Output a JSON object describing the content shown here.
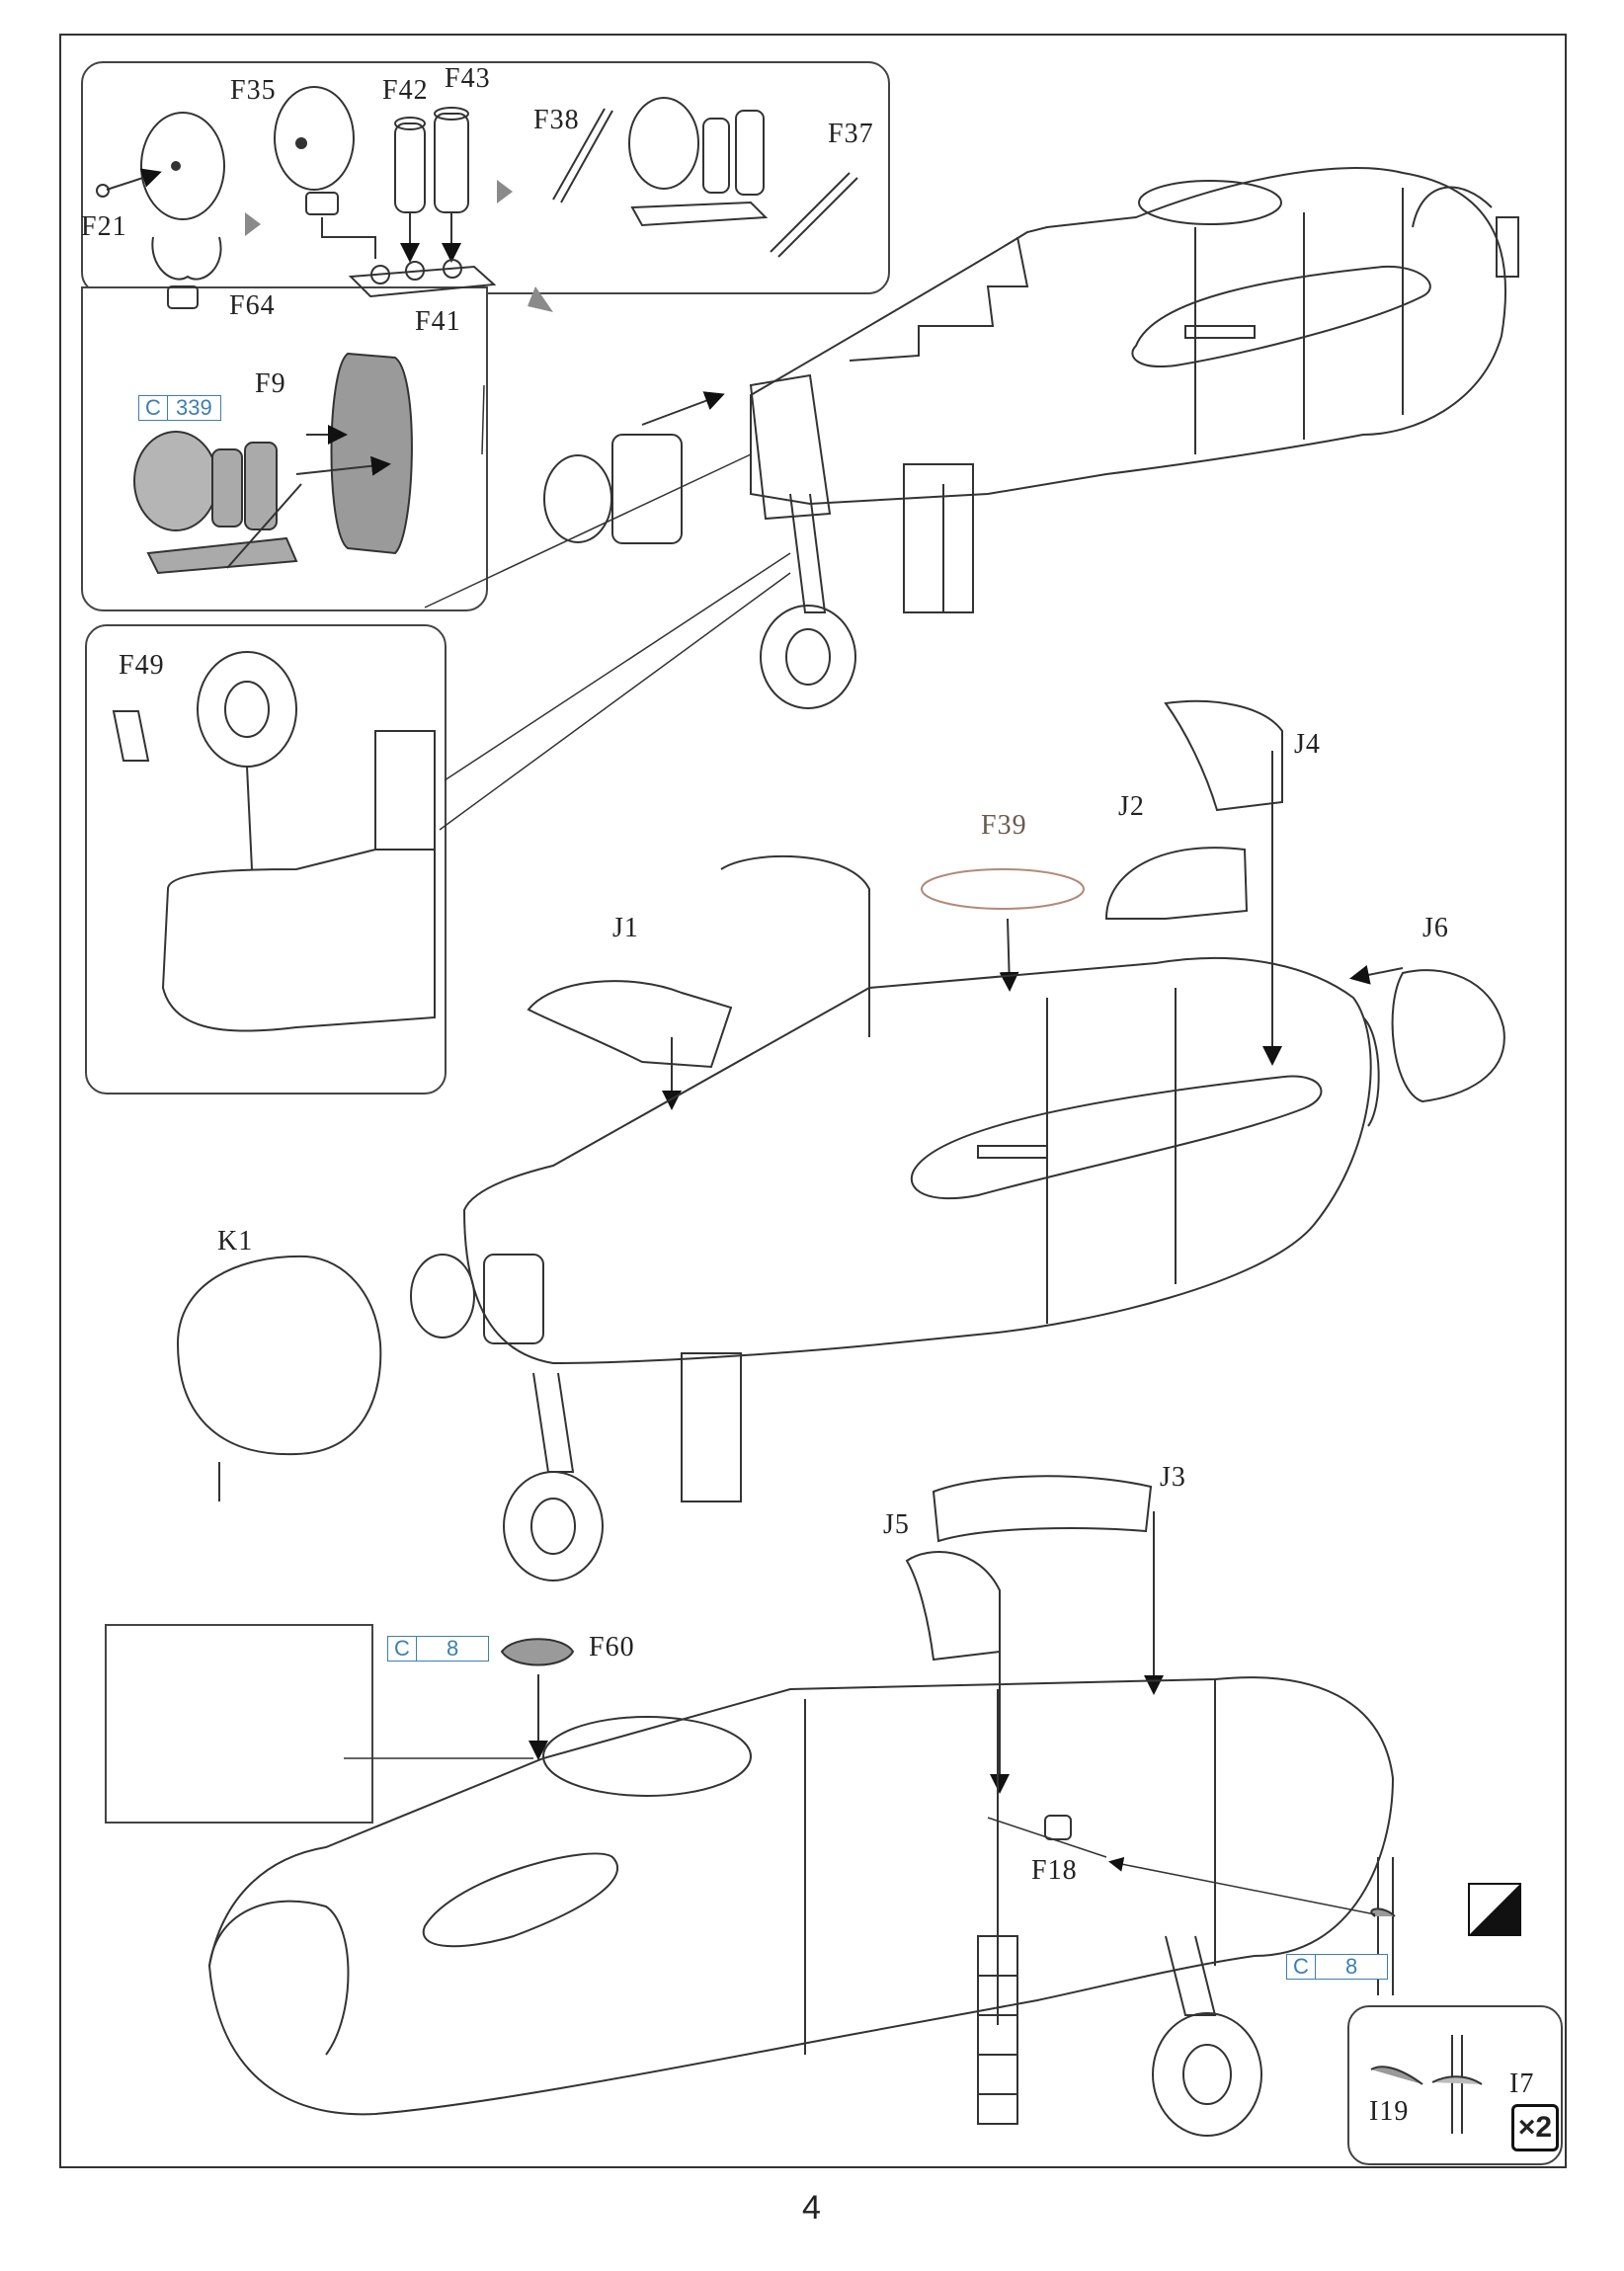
{
  "page_number": "4",
  "labels": {
    "f35": "F35",
    "f42": "F42",
    "f43": "F43",
    "f38": "F38",
    "f37": "F37",
    "f21": "F21",
    "f64": "F64",
    "f41": "F41",
    "f9": "F9",
    "f49": "F49",
    "f39": "F39",
    "j4": "J4",
    "j2": "J2",
    "j1": "J1",
    "j6": "J6",
    "k1": "K1",
    "j3": "J3",
    "j5": "J5",
    "f60": "F60",
    "f18": "F18",
    "i7": "I7",
    "i19": "I19"
  },
  "color_refs": {
    "c339": {
      "prefix": "C",
      "number": "339"
    },
    "c8_a": {
      "prefix": "C",
      "number": "8"
    },
    "c8_b": {
      "prefix": "C",
      "number": "8"
    }
  },
  "quantity_badge": "×2",
  "colors": {
    "line": "#333333",
    "ref_blue": "#3d7fb0",
    "part_gray": "#9a9a9a",
    "arrow_gray": "#8a8a8a"
  }
}
